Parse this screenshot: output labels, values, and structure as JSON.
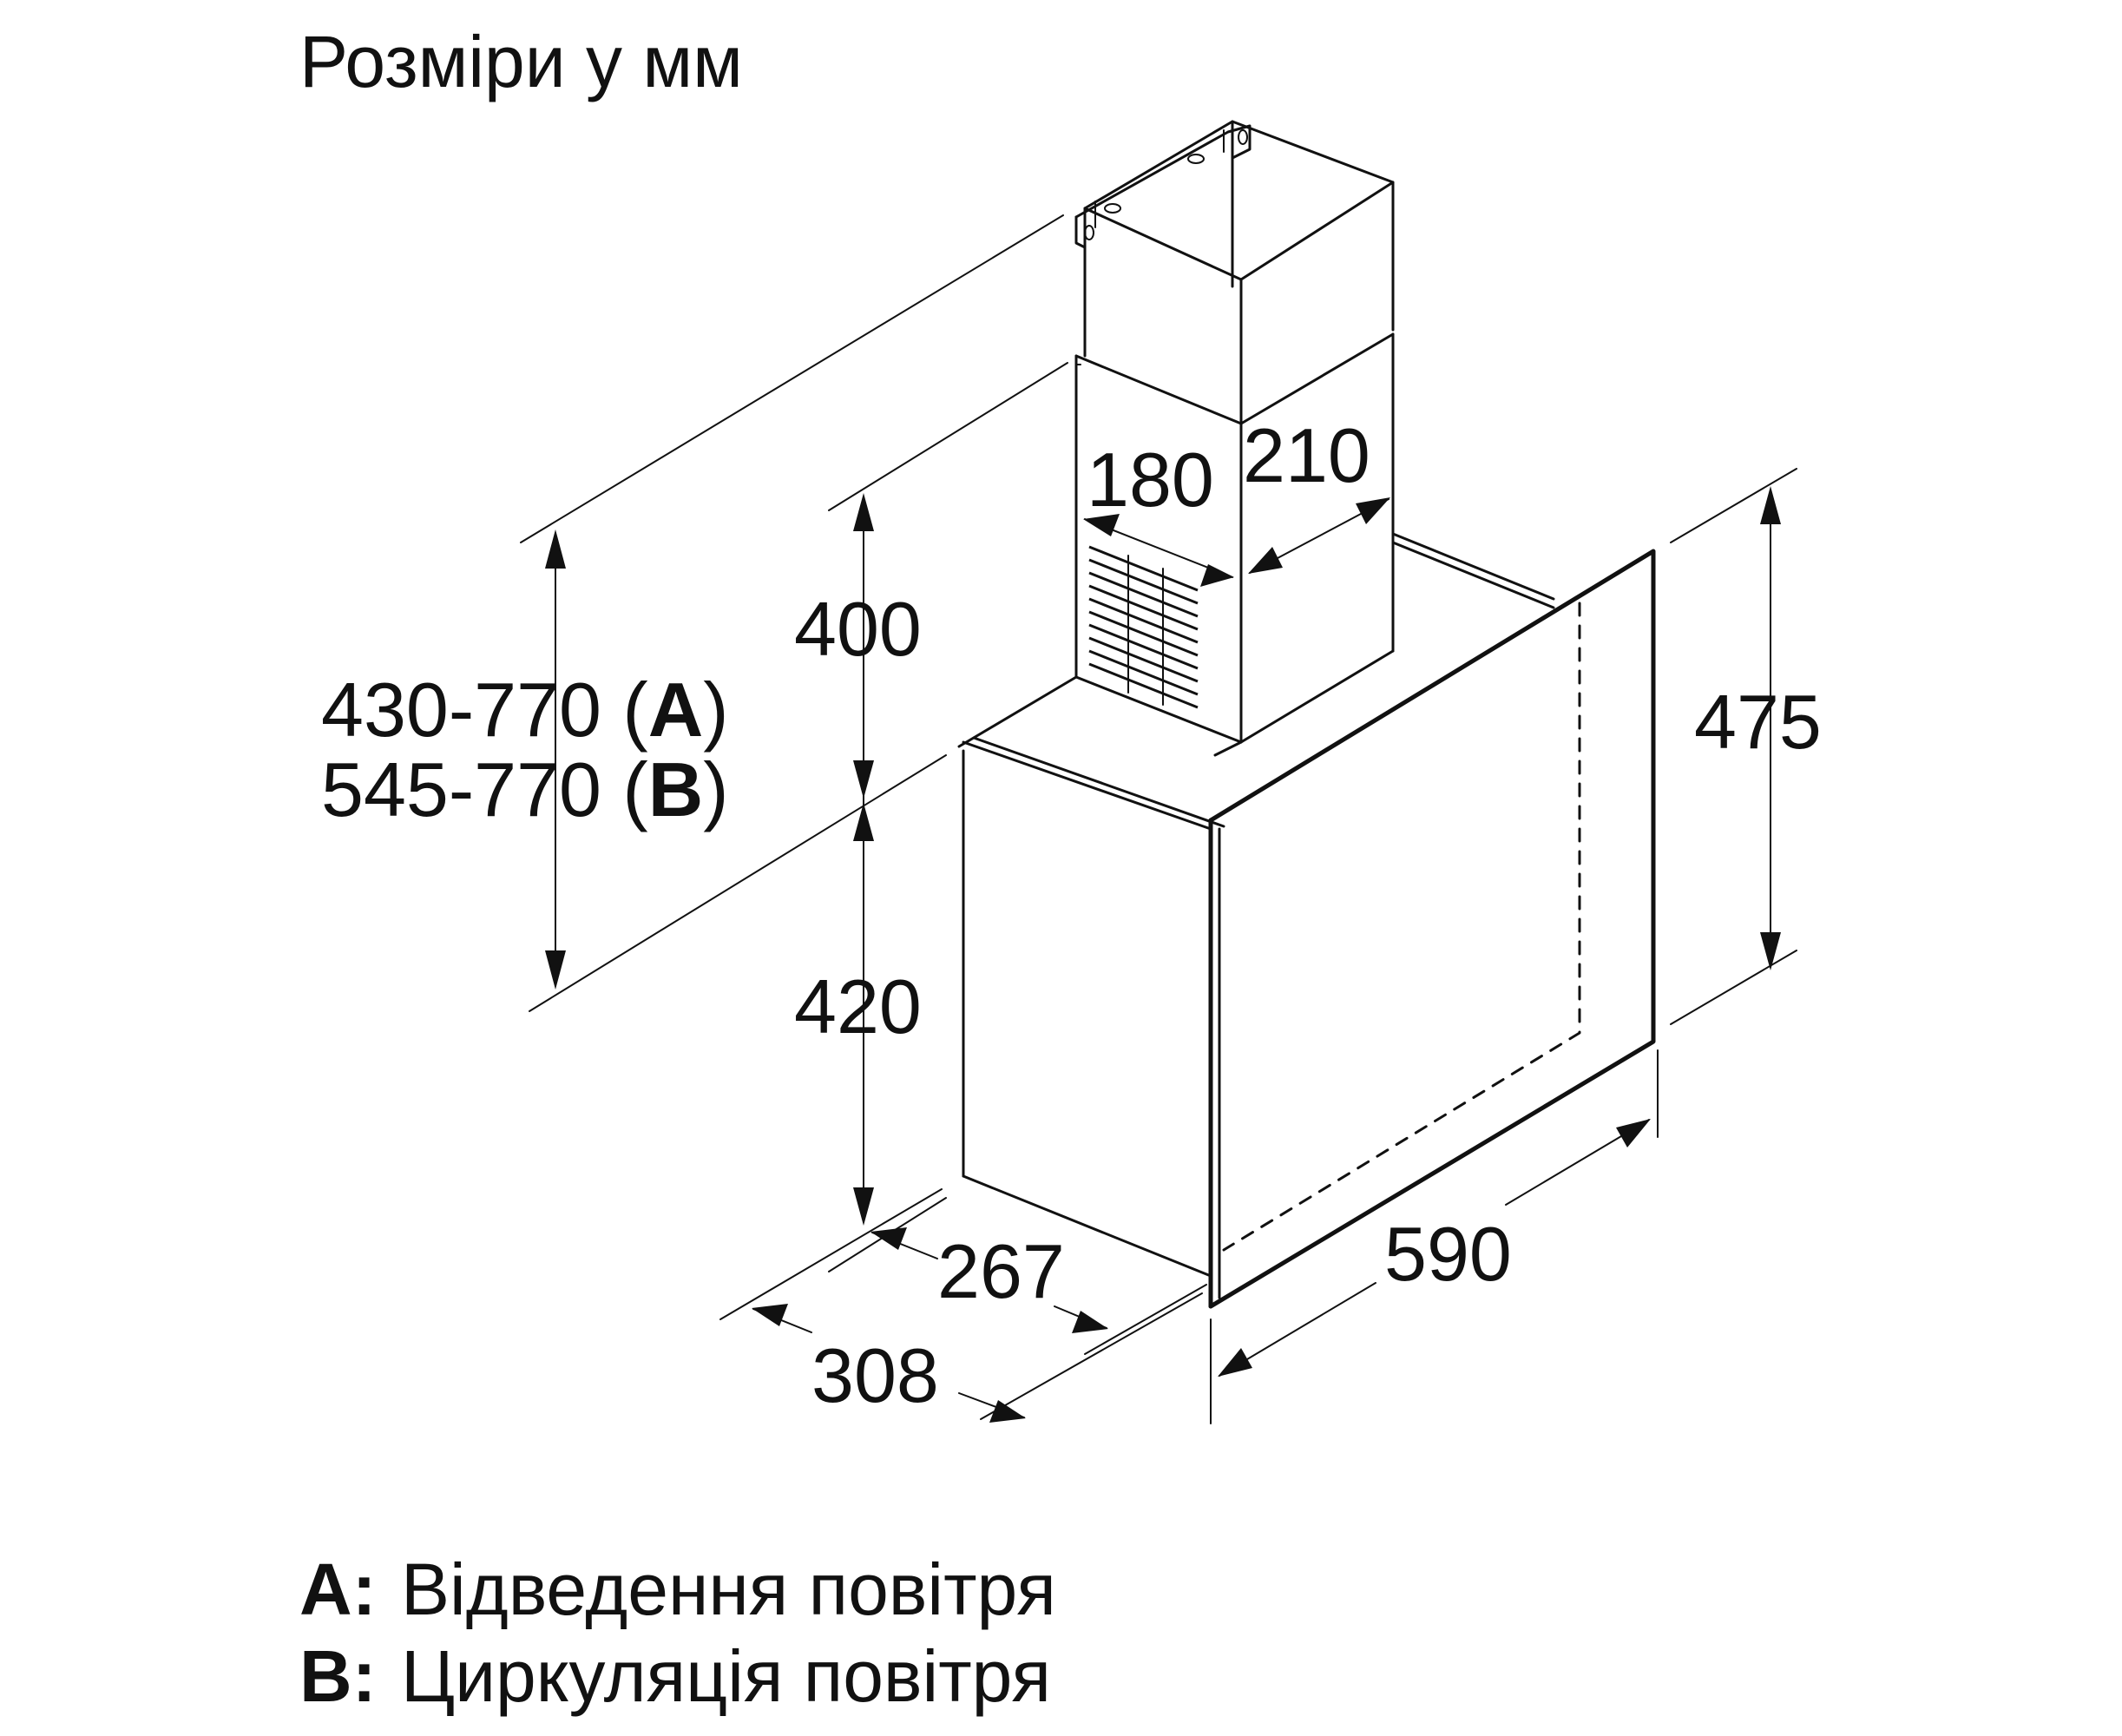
{
  "title": "Розміри у мм",
  "dimensions": {
    "chimney_depth": "180",
    "chimney_width": "210",
    "chimney_upper": "400",
    "body_height": "420",
    "canopy_height": "475",
    "width": "590",
    "depth_body": "267",
    "depth_total": "308",
    "total_height_a_range": "430-770 (",
    "total_height_a_letter": "A",
    "total_height_a_close": ")",
    "total_height_b_range": "545-770 (",
    "total_height_b_letter": "B",
    "total_height_b_close": ")"
  },
  "legend": [
    {
      "key": "A:",
      "text": "Відведення повітря"
    },
    {
      "key": "B:",
      "text": "Циркуляція повітря"
    }
  ],
  "icons": [
    "arrow-head"
  ],
  "colors": {
    "line": "#111111",
    "background": "#ffffff"
  }
}
